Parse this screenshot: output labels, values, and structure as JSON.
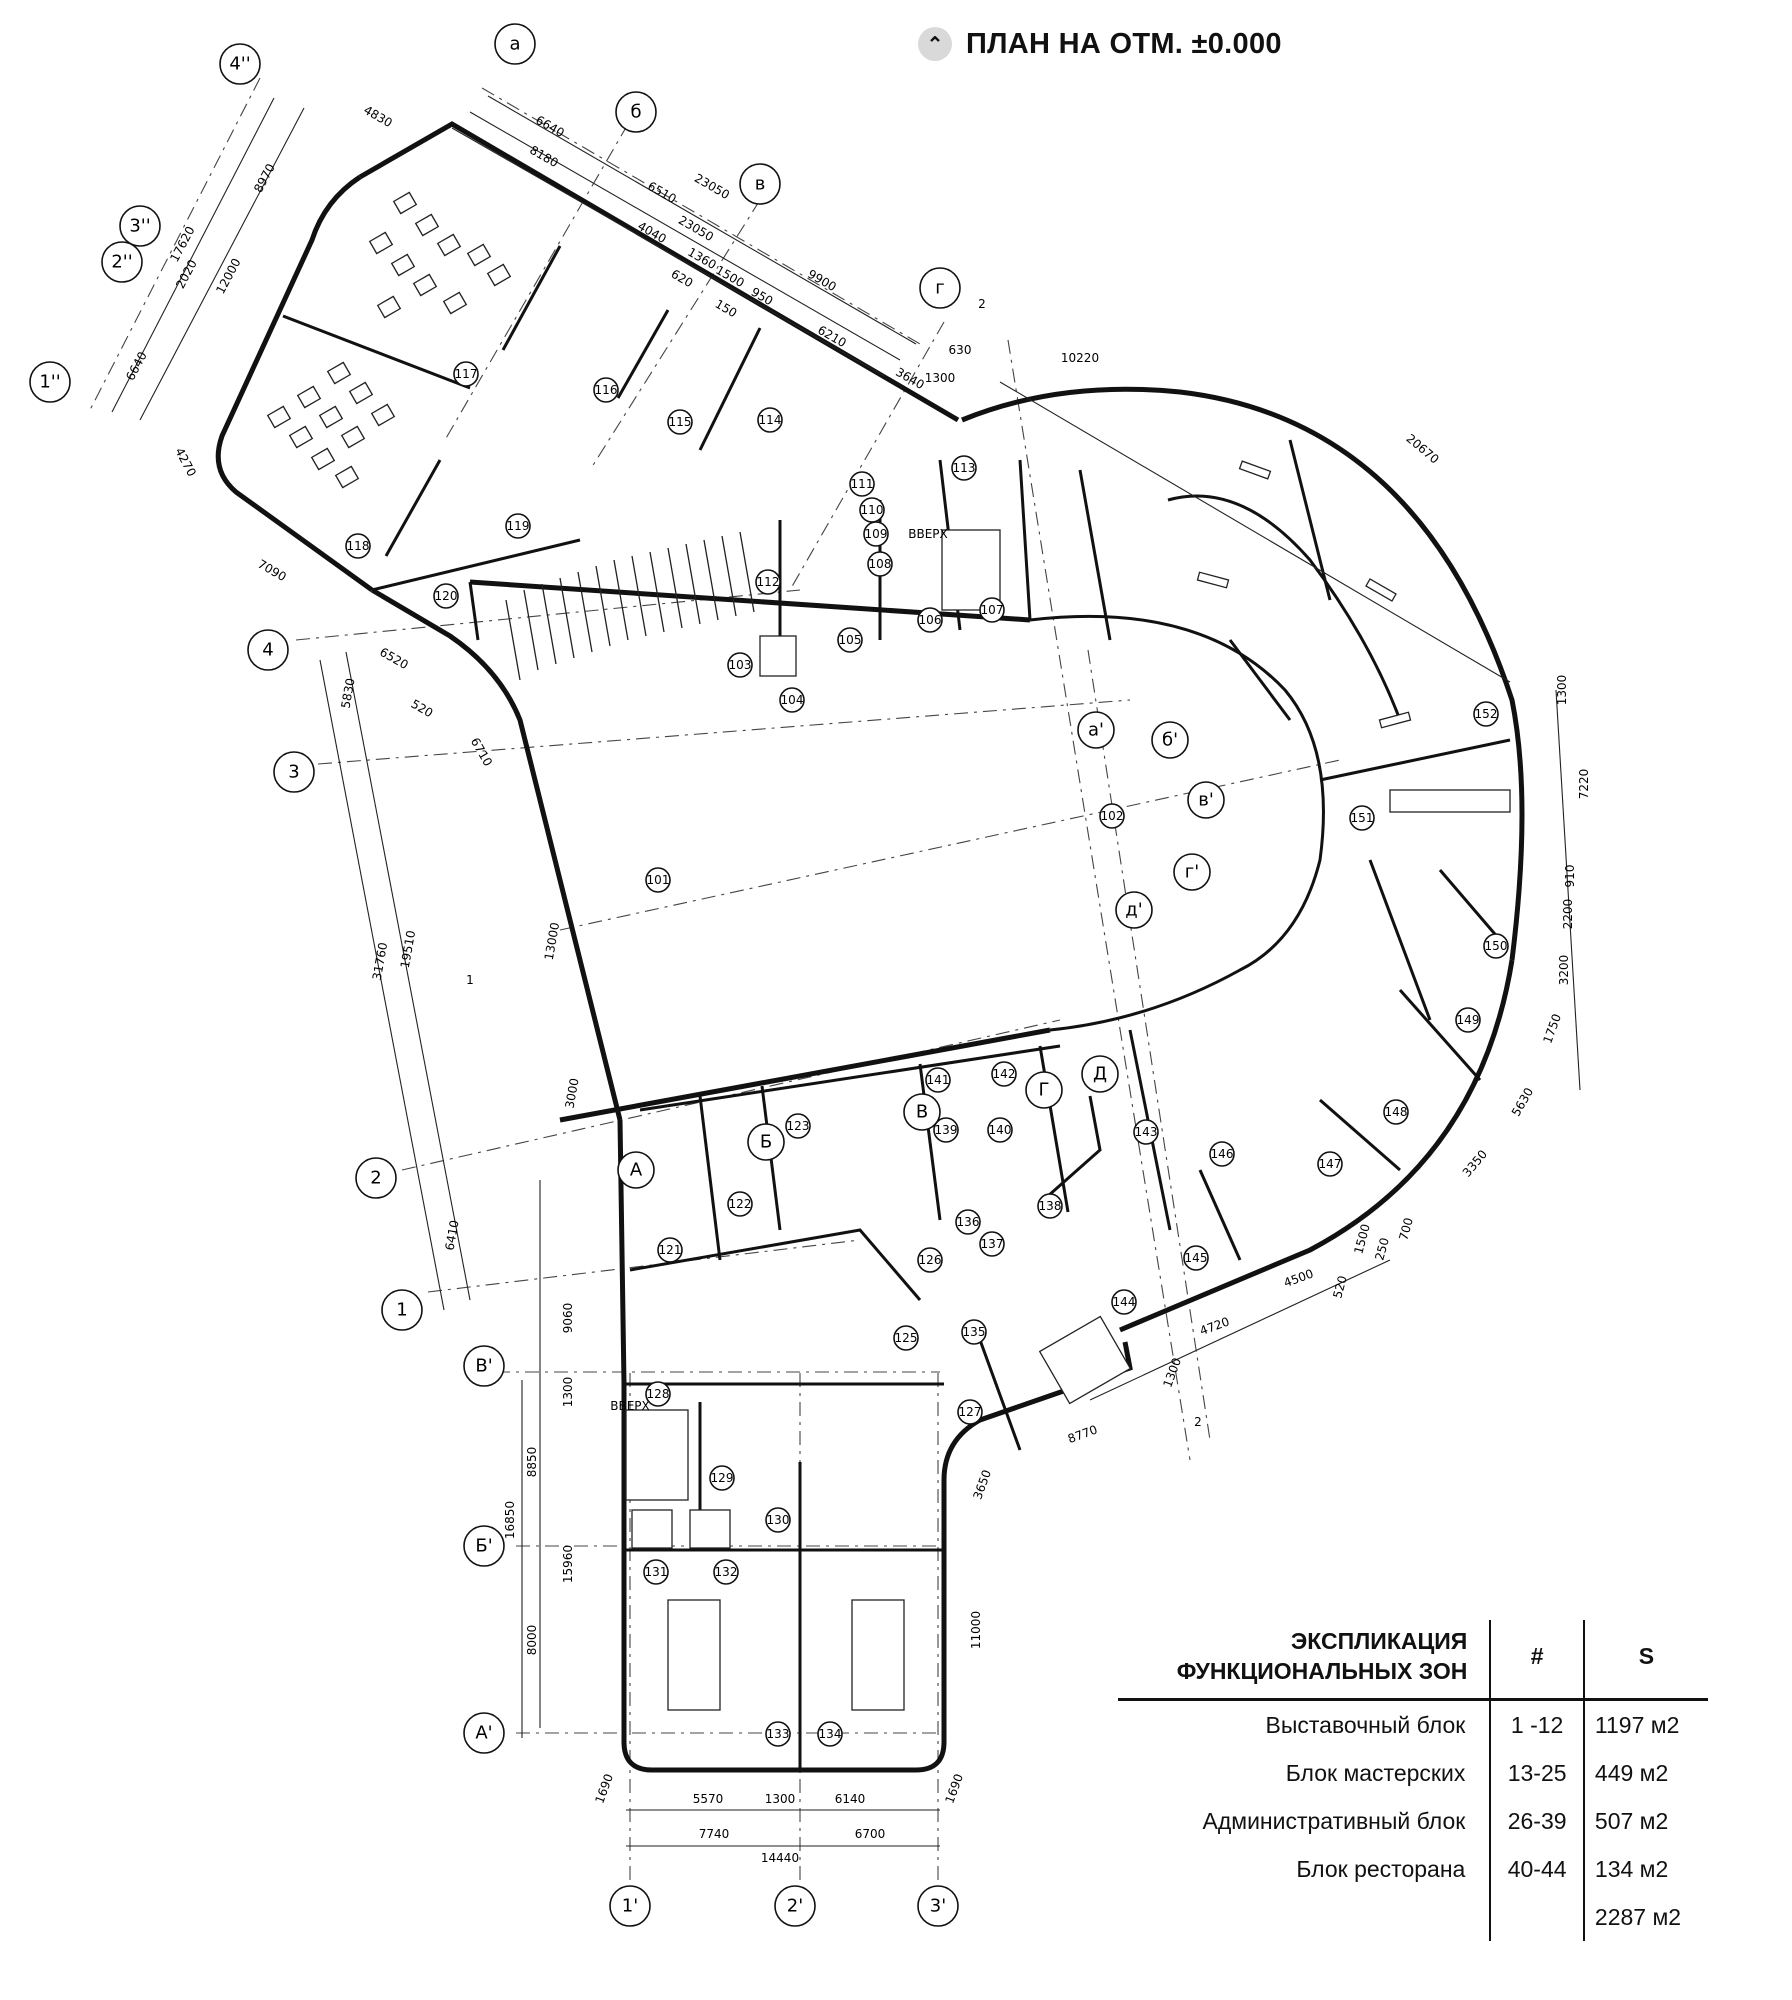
{
  "header": {
    "title": "ПЛАН НА ОТМ. ±0.000",
    "icon": "chevron-up-icon"
  },
  "legend": {
    "title_line1": "ЭКСПЛИКАЦИЯ",
    "title_line2": "ФУНКЦИОНАЛЬНЫХ ЗОН",
    "col_num": "#",
    "col_area": "S",
    "rows": [
      {
        "name": "Выставочный блок",
        "range": "1 -12",
        "area": "1197 м2"
      },
      {
        "name": "Блок мастерских",
        "range": "13-25",
        "area": "449 м2"
      },
      {
        "name": "Административный блок",
        "range": "26-39",
        "area": "507 м2"
      },
      {
        "name": "Блок ресторана",
        "range": "40-44",
        "area": "134 м2"
      }
    ],
    "total": "2287 м2"
  },
  "axes": {
    "top": [
      "а",
      "б",
      "в",
      "г"
    ],
    "left_upper": [
      "4''",
      "3''",
      "2''",
      "1''"
    ],
    "left_mid": [
      "4",
      "3",
      "2",
      "1"
    ],
    "left_lower": [
      "В'",
      "Б'",
      "А'"
    ],
    "bottom": [
      "1'",
      "2'",
      "3'"
    ],
    "inner": [
      "а'",
      "б'",
      "в'",
      "г'",
      "д'",
      "А",
      "Б",
      "В",
      "Г",
      "Д"
    ]
  },
  "rooms": [
    "101",
    "102",
    "103",
    "104",
    "105",
    "106",
    "107",
    "108",
    "109",
    "110",
    "111",
    "112",
    "113",
    "114",
    "115",
    "116",
    "117",
    "118",
    "119",
    "120",
    "121",
    "122",
    "123",
    "125",
    "126",
    "127",
    "128",
    "129",
    "130",
    "131",
    "132",
    "133",
    "134",
    "135",
    "136",
    "137",
    "138",
    "139",
    "140",
    "141",
    "142",
    "143",
    "144",
    "145",
    "146",
    "147",
    "148",
    "149",
    "150",
    "151",
    "152"
  ],
  "dimensions": {
    "top_chain": [
      "4830",
      "6640",
      "8180",
      "6510",
      "23050",
      "4040",
      "23050",
      "1360",
      "620",
      "1500",
      "950",
      "150",
      "9900",
      "6210",
      "3640",
      "1300",
      "630",
      "10220",
      "20670"
    ],
    "left_chain": [
      "8970",
      "17620",
      "2020",
      "12000",
      "6640",
      "4270",
      "7090",
      "6520",
      "520",
      "6710",
      "5830",
      "31760",
      "19510",
      "13000",
      "3000",
      "6410"
    ],
    "right_chain": [
      "1300",
      "7220",
      "910",
      "2200",
      "3200",
      "1750",
      "5630",
      "3350",
      "700",
      "250",
      "1500",
      "520",
      "4500",
      "4720",
      "1300",
      "8770",
      "3650",
      "11000"
    ],
    "bottom_chain": [
      "1690",
      "5570",
      "1300",
      "6140",
      "1690",
      "7740",
      "6700",
      "14440"
    ],
    "lower_left_chain": [
      "9060",
      "1300",
      "16850",
      "8850",
      "15960",
      "8000"
    ],
    "section_marks": [
      "1",
      "2"
    ],
    "stair_labels": [
      "ВВЕРХ"
    ]
  }
}
